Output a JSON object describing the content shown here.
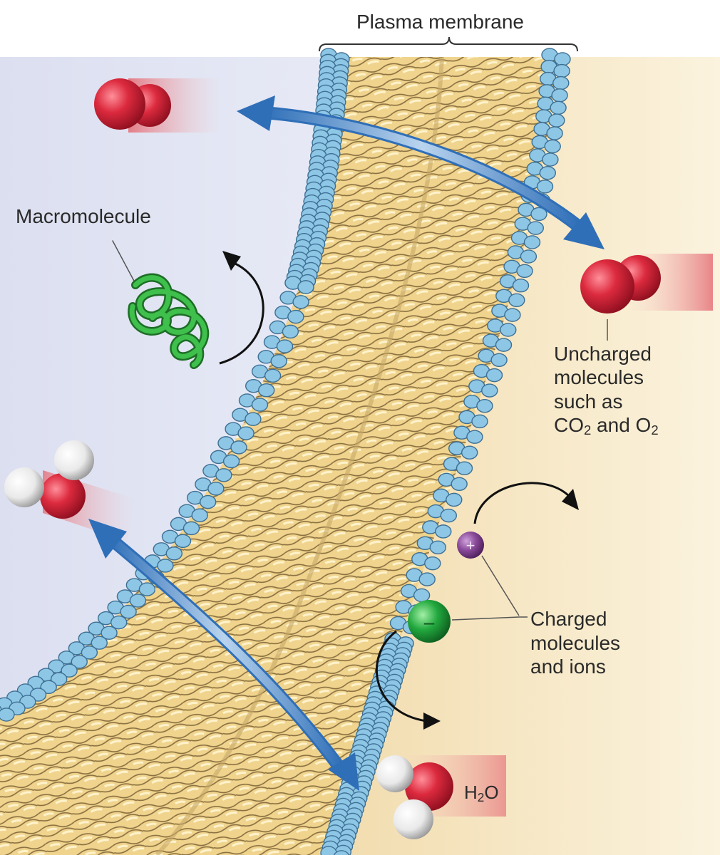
{
  "figure": {
    "title": "Plasma membrane",
    "labels": {
      "macromolecule": "Macromolecule",
      "uncharged": [
        "Uncharged",
        "molecules",
        "such as"
      ],
      "uncharged_formula": {
        "a": "CO",
        "a_sub": "2",
        "mid": " and O",
        "b_sub": "2"
      },
      "charged": [
        "Charged",
        "molecules",
        "and ions"
      ],
      "water": {
        "a": "H",
        "sub": "2",
        "b": "O"
      }
    },
    "ion_signs": {
      "positive": "+",
      "negative": "–"
    },
    "colors": {
      "membrane_core": "#f0d48e",
      "head_groups": "#8ec6e6",
      "arrow": "#3f82c8",
      "gas_molecule": "#d8263a",
      "macromolecule": "#2e9a3a",
      "positive_ion": "#8a4a9a",
      "negative_ion": "#1f9e3c"
    }
  }
}
